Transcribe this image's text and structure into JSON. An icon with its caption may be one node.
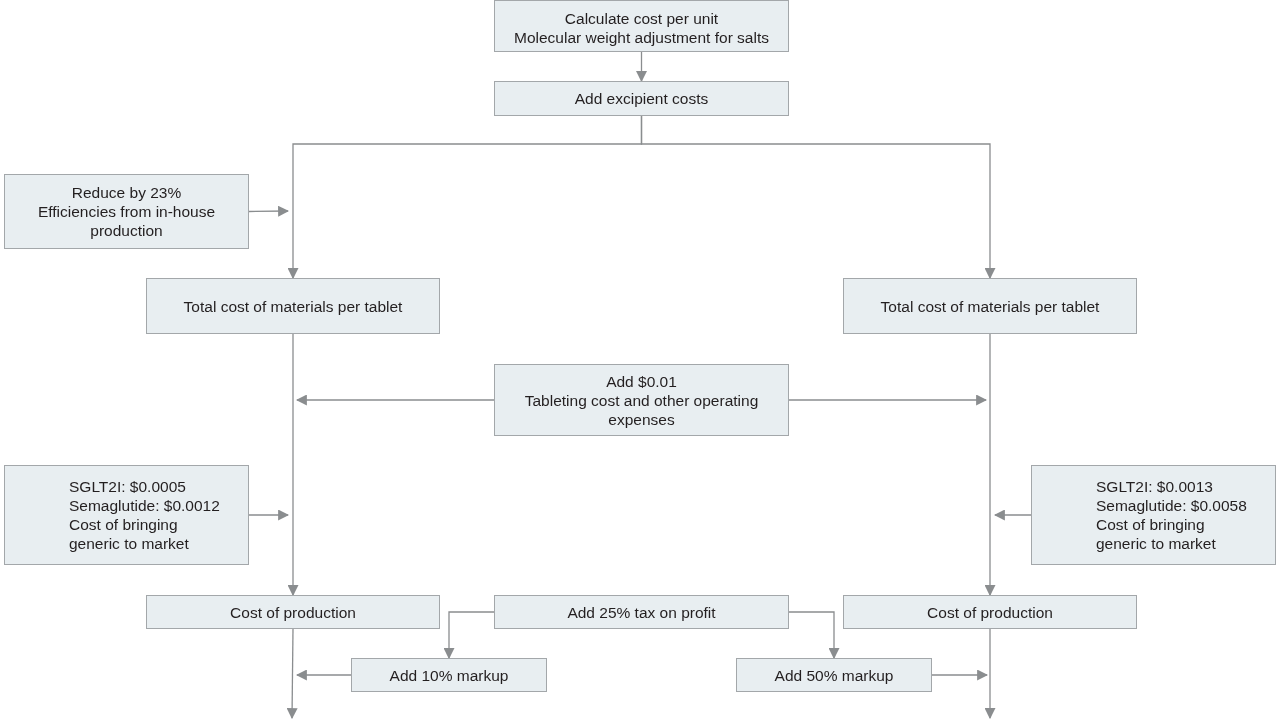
{
  "diagram": {
    "nodes": [
      {
        "text": [
          "Calculate cost per unit",
          "Molecular weight adjustment for salts"
        ]
      },
      {
        "text": [
          "Add excipient costs"
        ]
      },
      {
        "text": [
          "Reduce by 23%",
          "Efficiencies from in-house production"
        ]
      },
      {
        "text": [
          "Total cost of materials per tablet"
        ]
      },
      {
        "text": [
          "Total cost of materials per tablet"
        ]
      },
      {
        "text": [
          "Add $0.01",
          "Tableting cost and other operating expenses"
        ]
      },
      {
        "text": [
          "SGLT2I: $0.0005",
          "Semaglutide: $0.0012",
          "Cost of bringing generic to market"
        ]
      },
      {
        "text": [
          "SGLT2I: $0.0013",
          "Semaglutide: $0.0058",
          "Cost of bringing generic to market"
        ]
      },
      {
        "text": [
          "Cost of production"
        ]
      },
      {
        "text": [
          "Add 25% tax on profit"
        ]
      },
      {
        "text": [
          "Cost of production"
        ]
      },
      {
        "text": [
          "Add 10% markup"
        ]
      },
      {
        "text": [
          "Add 50% markup"
        ]
      }
    ],
    "edges": [
      {
        "from": 0,
        "to": 1,
        "arrow": "to"
      },
      {
        "from": 1,
        "to": 3,
        "arrow": "to"
      },
      {
        "from": 1,
        "to": 4,
        "arrow": "to"
      },
      {
        "from": 2,
        "to": null,
        "arrow": "to"
      },
      {
        "from": 3,
        "to": 8,
        "arrow": "to"
      },
      {
        "from": 4,
        "to": 10,
        "arrow": "to"
      },
      {
        "from": 5,
        "to": null,
        "arrow": "to"
      },
      {
        "from": 5,
        "to": null,
        "arrow": "to"
      },
      {
        "from": 6,
        "to": null,
        "arrow": "to"
      },
      {
        "from": 7,
        "to": null,
        "arrow": "to"
      },
      {
        "from": 9,
        "to": 11,
        "arrow": "to"
      },
      {
        "from": 9,
        "to": 12,
        "arrow": "to"
      },
      {
        "from": 11,
        "to": null,
        "arrow": "to"
      },
      {
        "from": 12,
        "to": null,
        "arrow": "to"
      },
      {
        "from": 8,
        "to": null,
        "arrow": "to"
      },
      {
        "from": 10,
        "to": null,
        "arrow": "to"
      }
    ]
  }
}
